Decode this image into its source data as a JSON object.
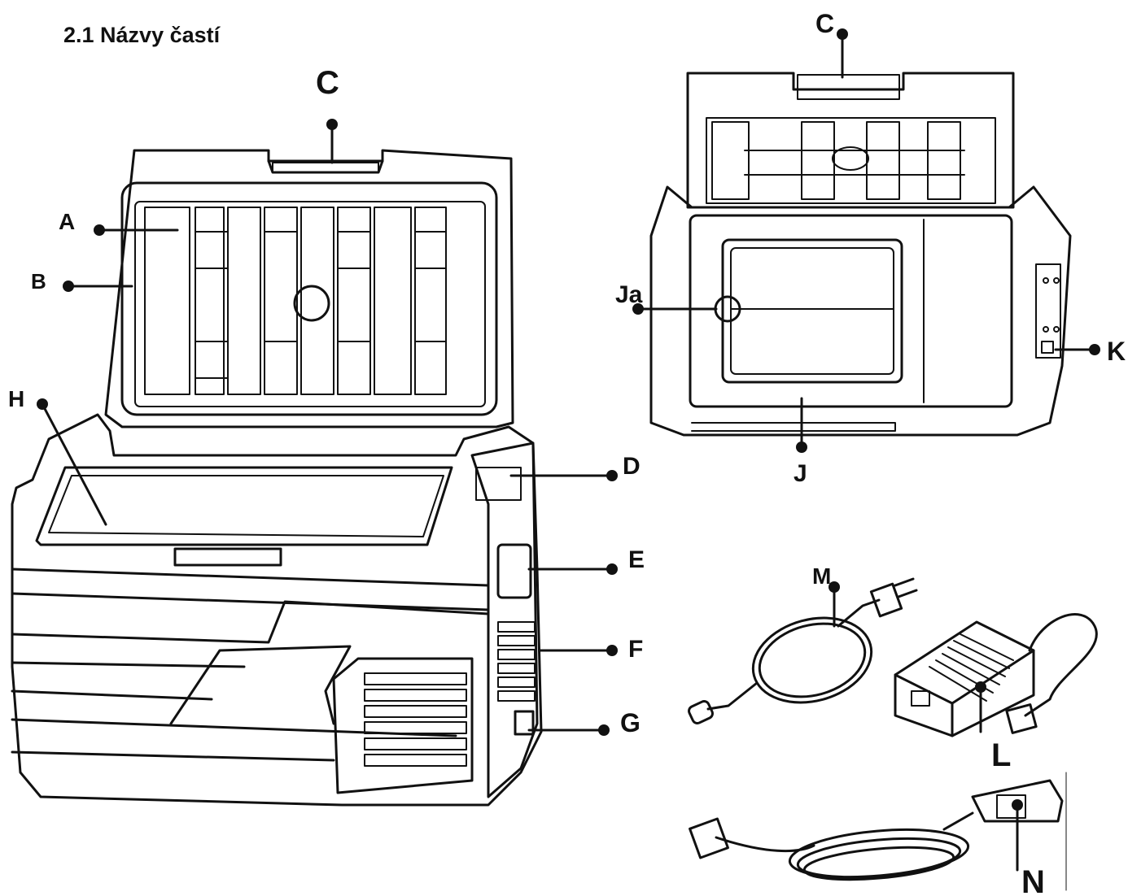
{
  "heading": "2.1 Názvy častí",
  "labels": {
    "A": "A",
    "B": "B",
    "C_main": "C",
    "C_top": "C",
    "D": "D",
    "E": "E",
    "F": "F",
    "G": "G",
    "H": "H",
    "Ja": "Ja",
    "J": "J",
    "K": "K",
    "L": "L",
    "M": "M",
    "N": "N"
  },
  "colors": {
    "ink": "#111111",
    "background": "#ffffff"
  }
}
